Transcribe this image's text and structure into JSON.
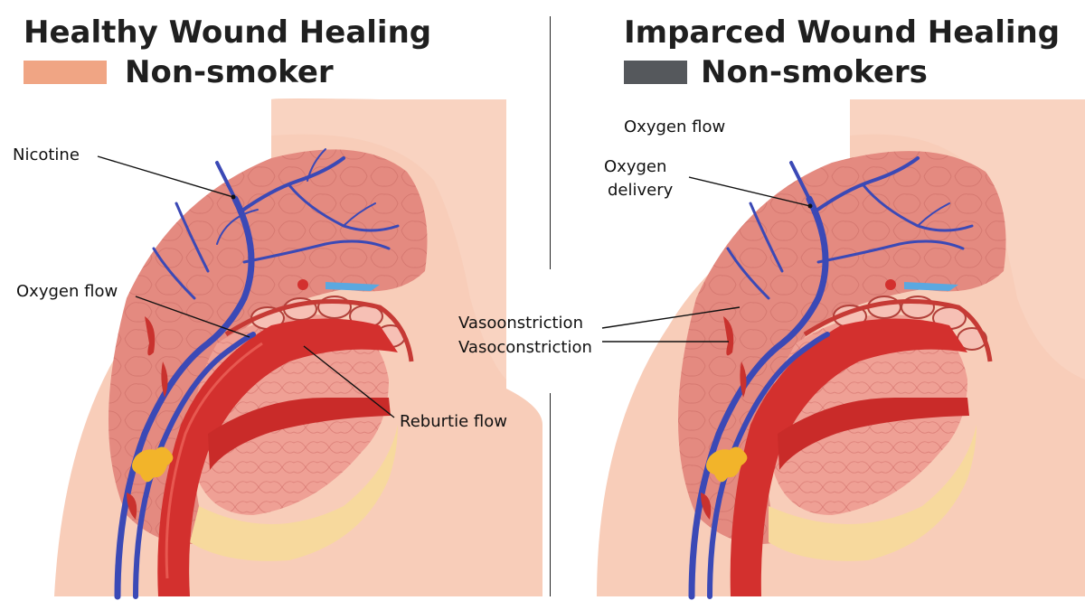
{
  "left_panel": {
    "title": "Healthy Wound Healing",
    "legend_label": "Non-smoker",
    "legend_color": "#F0A584",
    "labels": {
      "nicotine": "Nicotine",
      "oxygen_flow": "Oxygen flow",
      "reburtie_flow": "Reburtie flow"
    }
  },
  "right_panel": {
    "title": "Imparced Wound Healing",
    "legend_label": "Non-smokers",
    "legend_color": "#55585C",
    "labels": {
      "oxygen_flow": "Oxygen flow",
      "oxygen_delivery_line1": "Oxygen",
      "oxygen_delivery_line2": "delivery"
    }
  },
  "center_labels": {
    "vasoconstriction_1": "Vasoonstriction",
    "vasoconstriction_2": "Vasoconstriction"
  },
  "colors": {
    "skin": "#F7C8B3",
    "tissue": "#E6857E",
    "artery": "#D3302E",
    "vein": "#3B49B6",
    "fat": "#F6D79B",
    "nerve": "#F2B42A"
  }
}
